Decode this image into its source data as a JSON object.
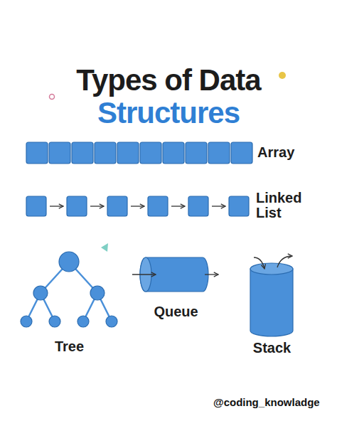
{
  "diagram": {
    "title": "Types of Data Structures",
    "nodes": [
      {
        "text": [
          "Array"
        ]
      },
      {
        "text": [
          "Linked List"
        ]
      },
      {
        "text": [
          "Tree"
        ]
      },
      {
        "text": [
          "Queue"
        ]
      },
      {
        "text": [
          "Stack"
        ]
      }
    ],
    "labels": [
      "@coding_knowladge"
    ]
  }
}
